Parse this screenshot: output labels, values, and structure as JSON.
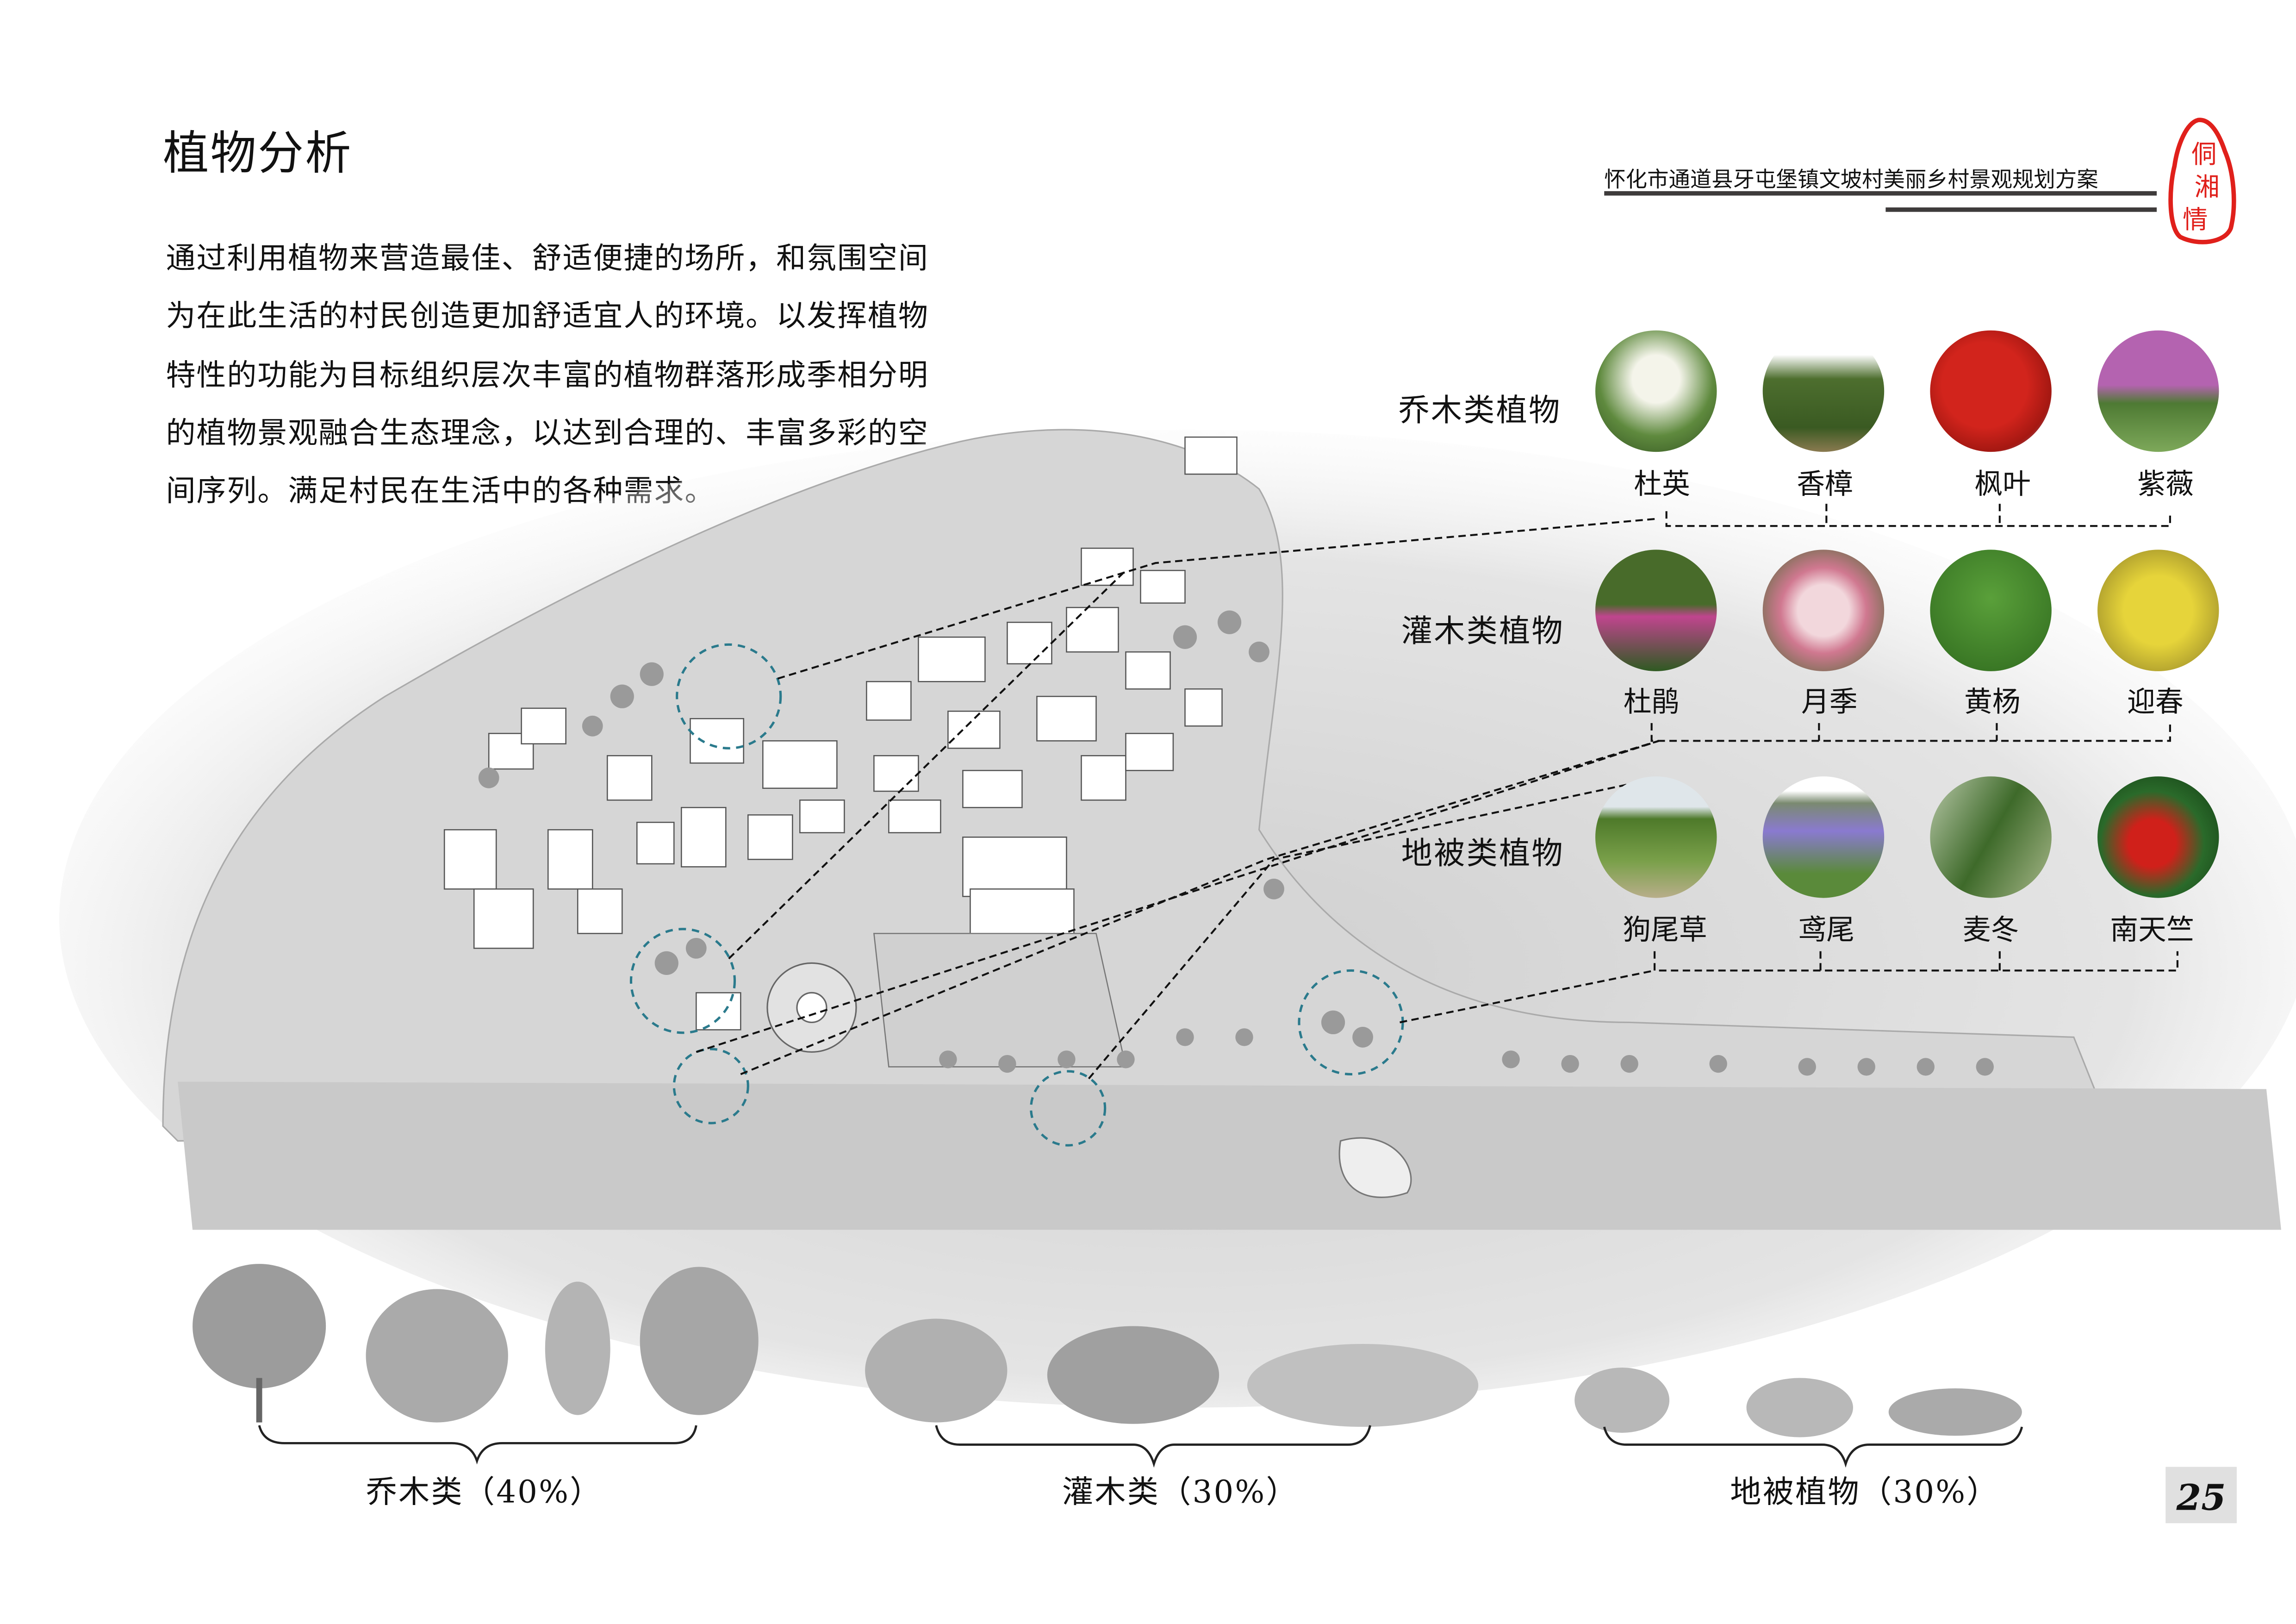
{
  "header": {
    "title": "植物分析",
    "project": "怀化市通道县牙屯堡镇文坡村美丽乡村景观规划方案",
    "seal_text": "侗湘情"
  },
  "intro": {
    "lines": [
      "通过利用植物来营造最佳、舒适便捷的场所，和氛围空间",
      "为在此生活的村民创造更加舒适宜人的环境。以发挥植物",
      "特性的功能为目标组织层次丰富的植物群落形成季相分明",
      "的植物景观融合生态理念，以达到合理的、丰富多彩的空",
      "间序列。满足村民在生活中的各种需求。"
    ]
  },
  "categories": [
    {
      "label": "乔木类植物",
      "plants": [
        "杜英",
        "香樟",
        "枫叶",
        "紫薇"
      ]
    },
    {
      "label": "灌木类植物",
      "plants": [
        "杜鹃",
        "月季",
        "黄杨",
        "迎春"
      ]
    },
    {
      "label": "地被类植物",
      "plants": [
        "狗尾草",
        "鸢尾",
        "麦冬",
        "南天竺"
      ]
    }
  ],
  "ratios": [
    {
      "label": "乔木类（40%）",
      "percent": 40
    },
    {
      "label": "灌木类（30%）",
      "percent": 30
    },
    {
      "label": "地被植物（30%）",
      "percent": 30
    }
  ],
  "page_number": "25",
  "colors": {
    "seal": "#e0201b",
    "rule": "#3e3b3b",
    "callout": "#2a7a8c"
  }
}
